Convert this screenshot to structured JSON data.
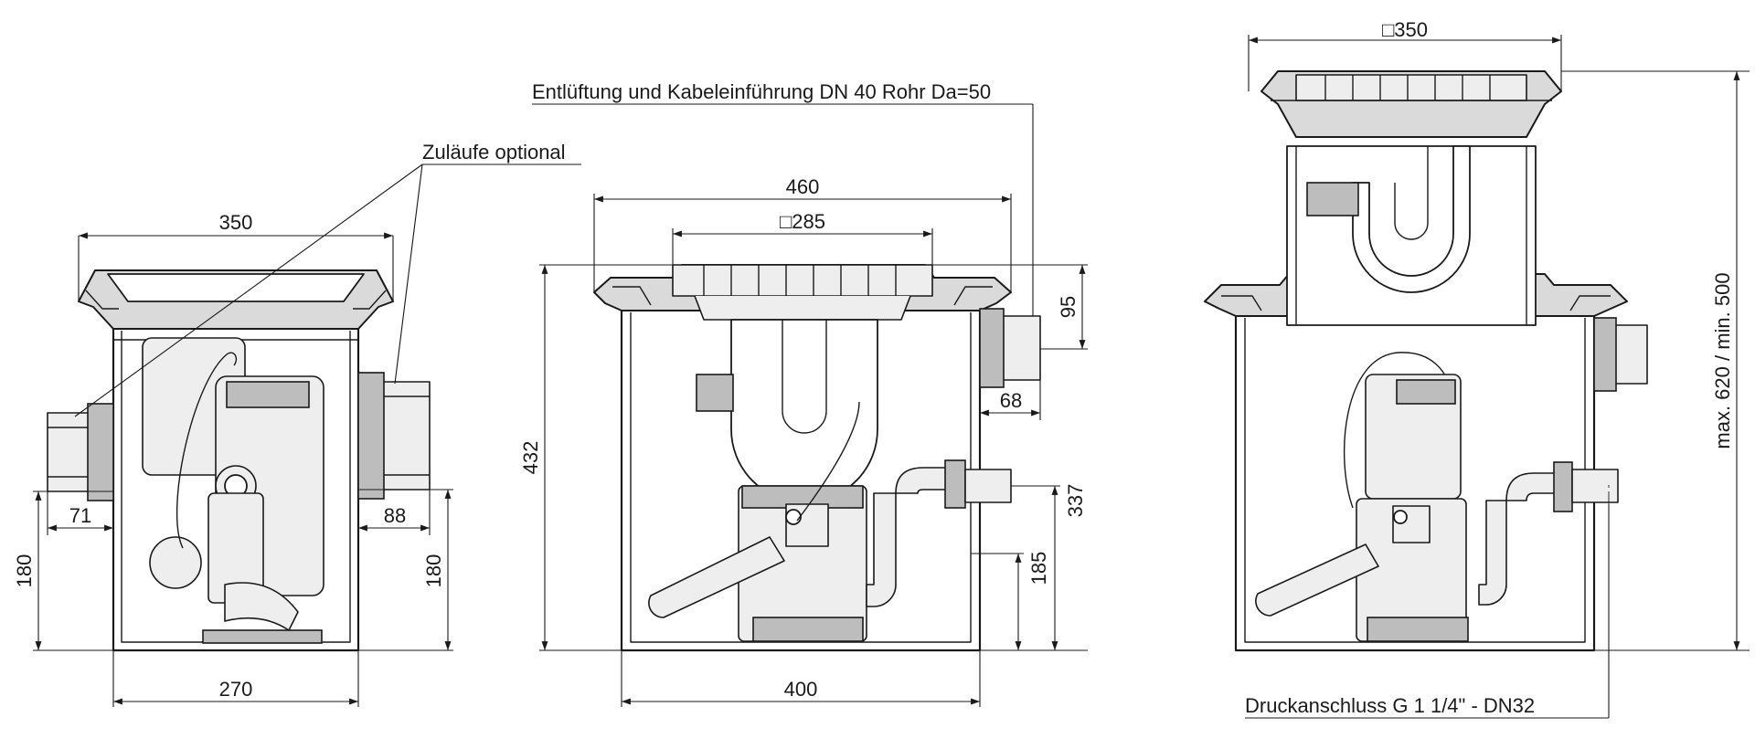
{
  "labels": {
    "inlets_optional": "Zuläufe optional",
    "vent_cable": "Entlüftung und Kabeleinführung DN 40 Rohr Da=50",
    "pressure_connection": "Druckanschluss G 1 1/4\" - DN32"
  },
  "view_left": {
    "width_top": "350",
    "width_bottom": "270",
    "offset_left": "71",
    "offset_right": "88",
    "height_left": "180",
    "height_right": "180"
  },
  "view_middle": {
    "width_top": "460",
    "cover_size": "□285",
    "width_bottom": "400",
    "height_total": "432",
    "height_rim": "95",
    "pipe_offset": "68",
    "height_outlet": "337",
    "height_float": "185"
  },
  "view_right": {
    "cover_size": "□350",
    "height_range": "max. 620 / min. 500"
  }
}
